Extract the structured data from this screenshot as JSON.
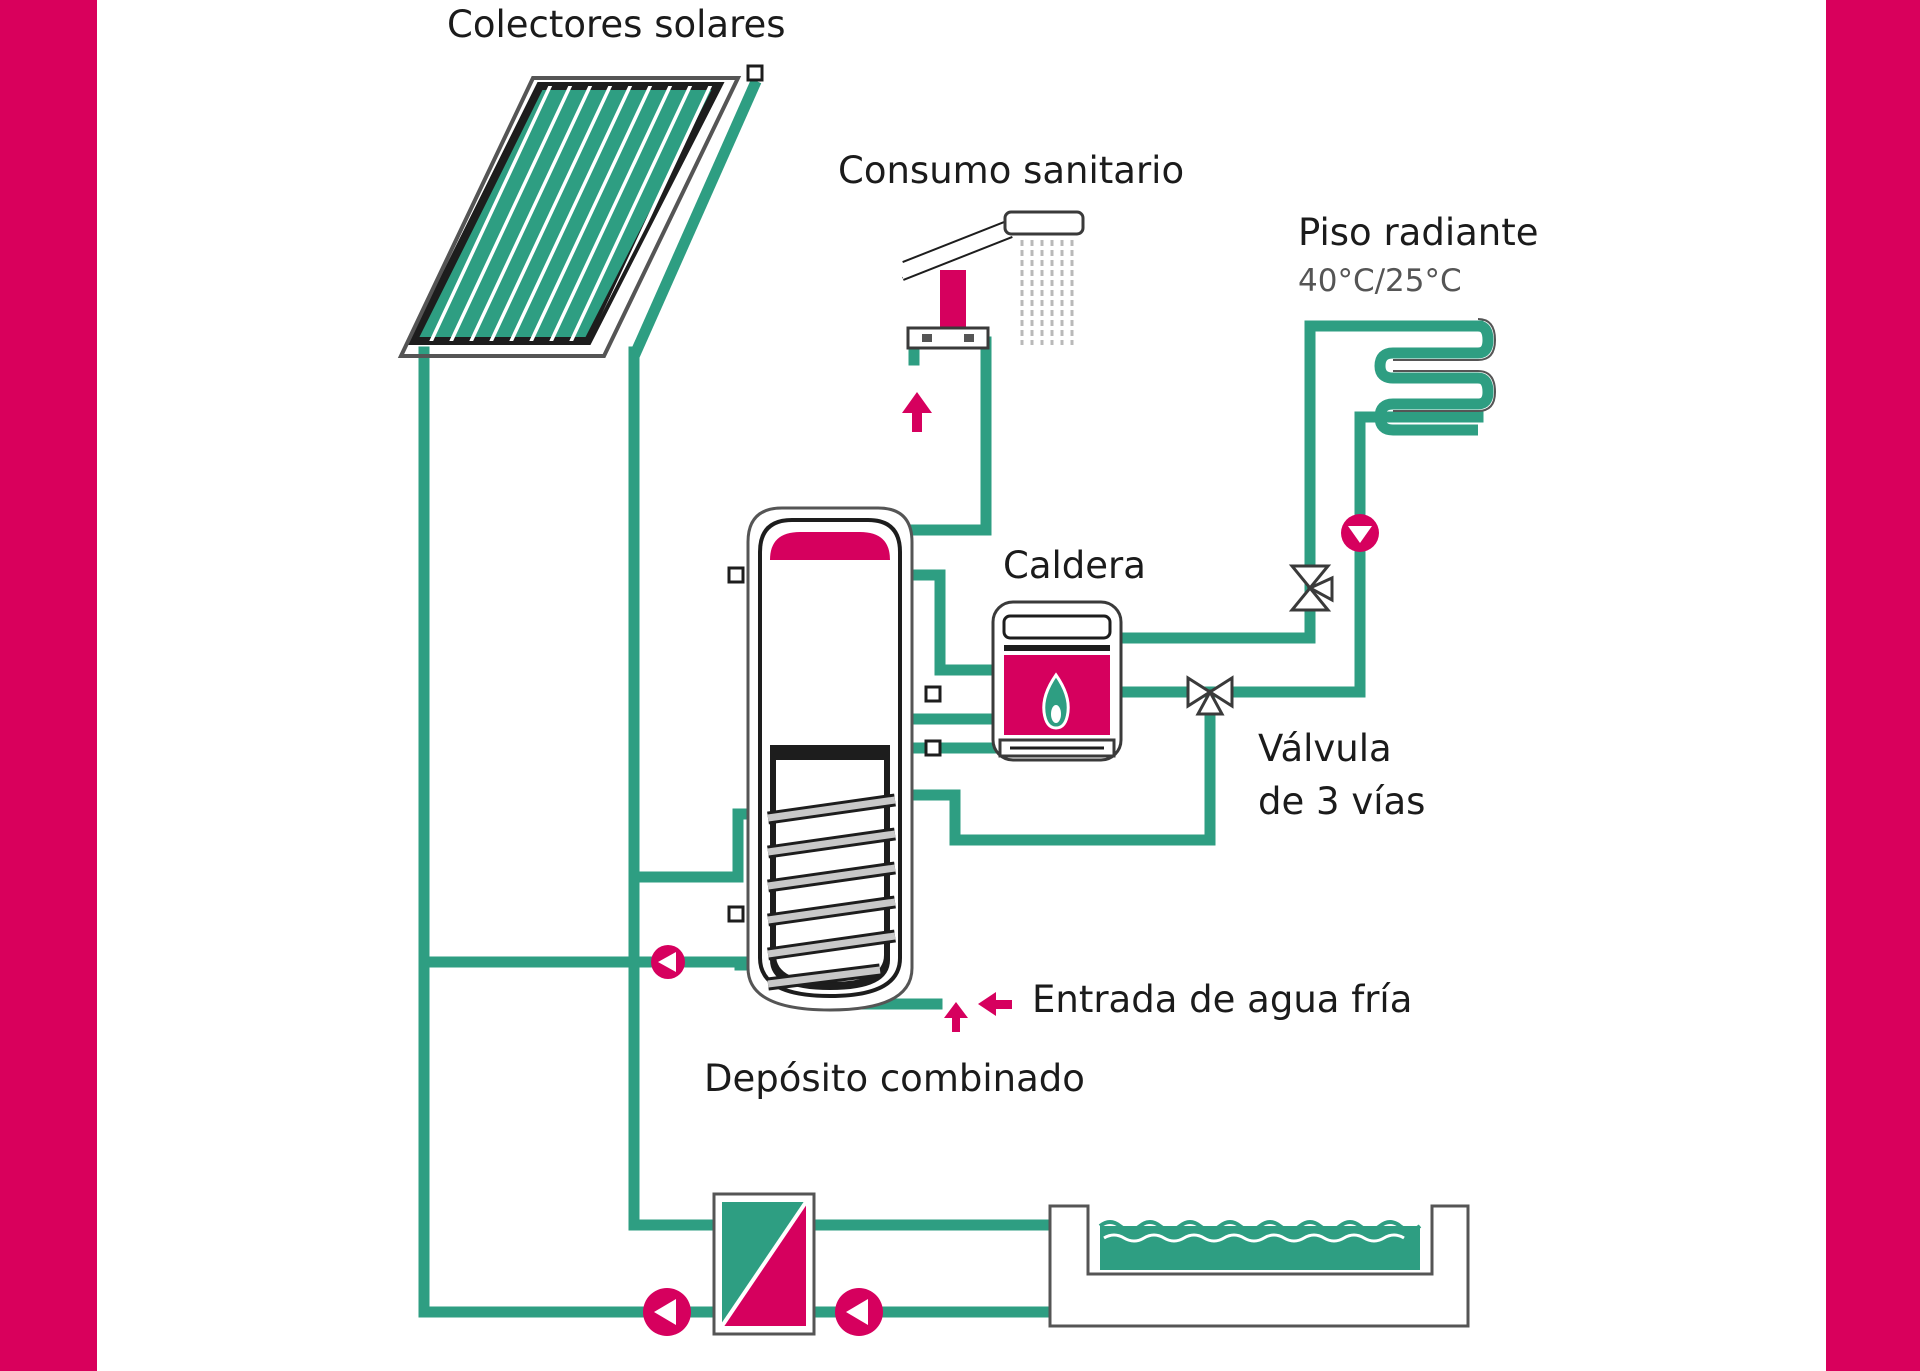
{
  "colors": {
    "background": "#d9005c",
    "pipe": "#2e9e82",
    "accent": "#d6005e",
    "dark": "#1d1d1d"
  },
  "labels": {
    "collectors": "Colectores solares",
    "sanitary": "Consumo sanitario",
    "floor": "Piso radiante",
    "floor_temp": "40°C/25°C",
    "boiler": "Caldera",
    "valve_line1": "Válvula",
    "valve_line2": "de 3 vías",
    "cold_water": "Entrada de agua fría",
    "tank": "Depósito combinado"
  },
  "icons": [
    "solar-collector-icon",
    "shower-icon",
    "floor-coil-icon",
    "boiler-flame-icon",
    "three-way-valve-icon",
    "pump-icon",
    "heat-exchanger-icon",
    "pool-icon"
  ]
}
